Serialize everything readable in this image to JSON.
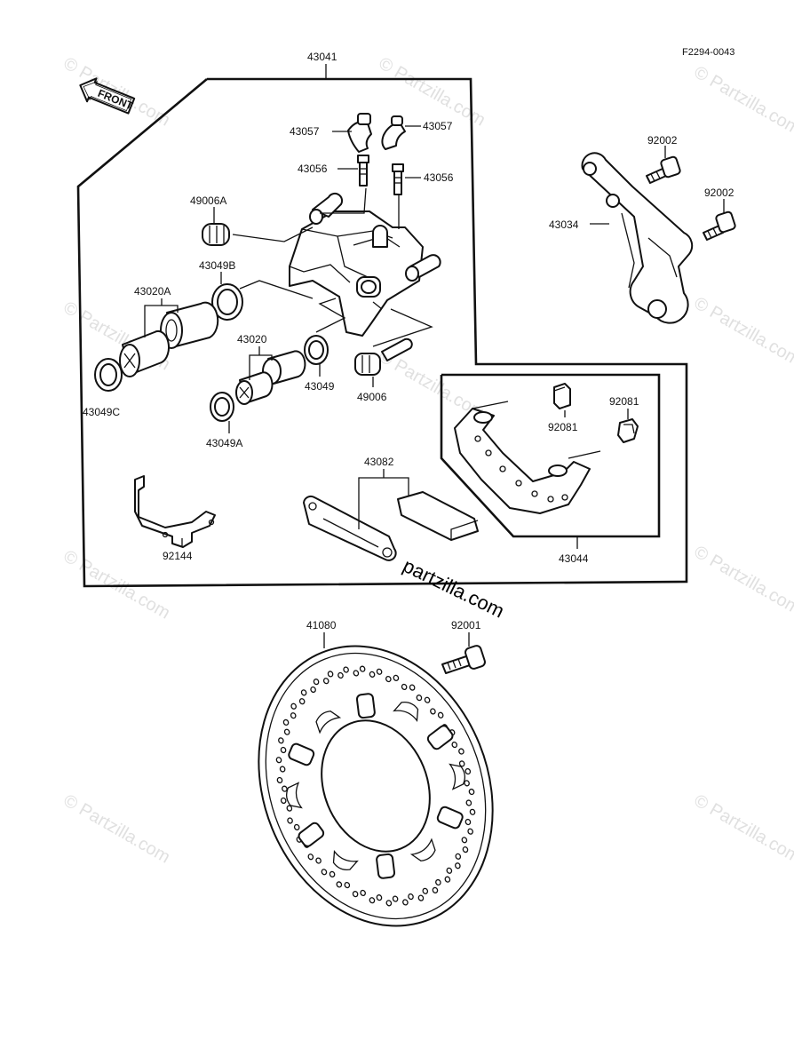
{
  "diagram_code": "F2294-0043",
  "front_label": "FRONT",
  "watermark_text": "© Partzilla.com",
  "overlay_watermark": "partzilla.com",
  "parts": {
    "p43041": "43041",
    "p43057_left": "43057",
    "p43057_right": "43057",
    "p43056_left": "43056",
    "p43056_right": "43056",
    "p49006A": "49006A",
    "p43049B": "43049B",
    "p43020A": "43020A",
    "p43020": "43020",
    "p43049": "43049",
    "p49006": "49006",
    "p43049C": "43049C",
    "p43049A": "43049A",
    "p92002_top": "92002",
    "p92002_bottom": "92002",
    "p43034": "43034",
    "p92081_left": "92081",
    "p92081_right": "92081",
    "p43082": "43082",
    "p43044": "43044",
    "p92144": "92144",
    "p41080": "41080",
    "p92001": "92001"
  },
  "colors": {
    "line": "#111111",
    "watermark": "#c8c8c8",
    "background": "#ffffff"
  }
}
